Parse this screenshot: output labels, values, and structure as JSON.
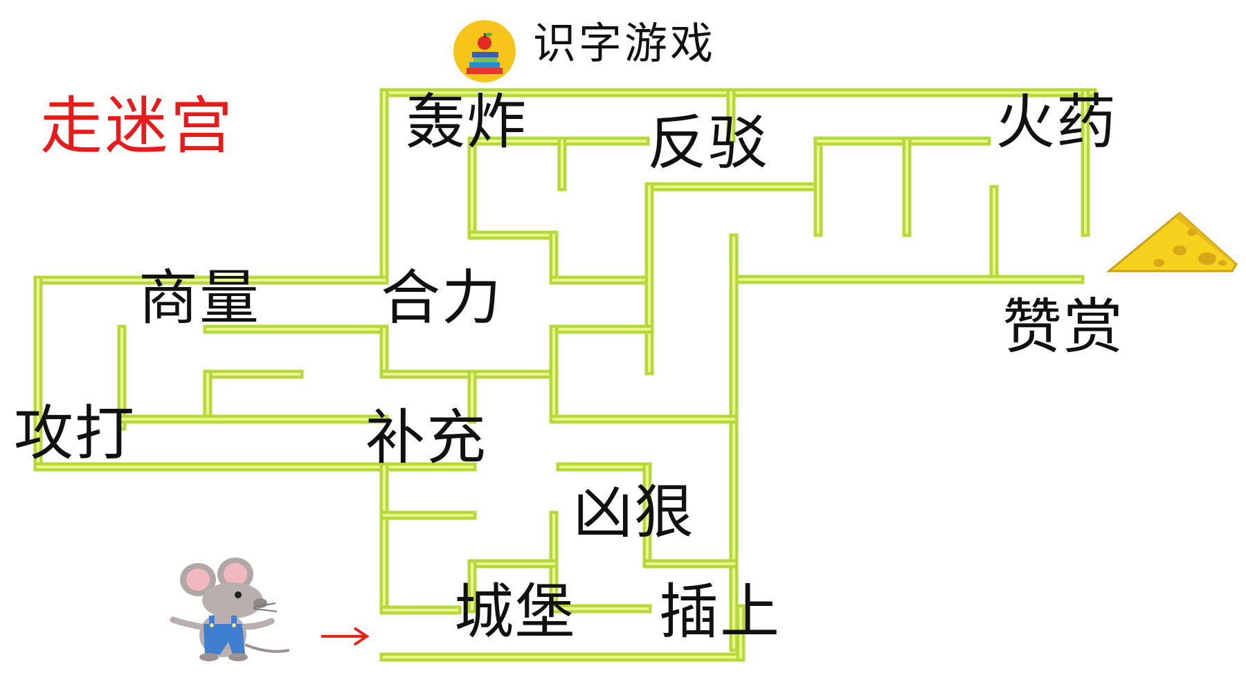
{
  "header": {
    "title": "识字游戏",
    "badge_icon": "books-apple-icon"
  },
  "maze": {
    "title": "走迷宫",
    "title_color": "#e81a1a",
    "wall_color": "#b5d93a",
    "wall_highlight_color": "#eaf58c",
    "start_icon": "mouse-icon",
    "goal_icon": "cheese-icon",
    "start_arrow_icon": "red-arrow-right-icon",
    "arrow_color": "#e8201a",
    "words": [
      "轰炸",
      "反驳",
      "火药",
      "商量",
      "合力",
      "赞赏",
      "攻打",
      "补充",
      "凶狠",
      "城堡",
      "插上"
    ]
  }
}
